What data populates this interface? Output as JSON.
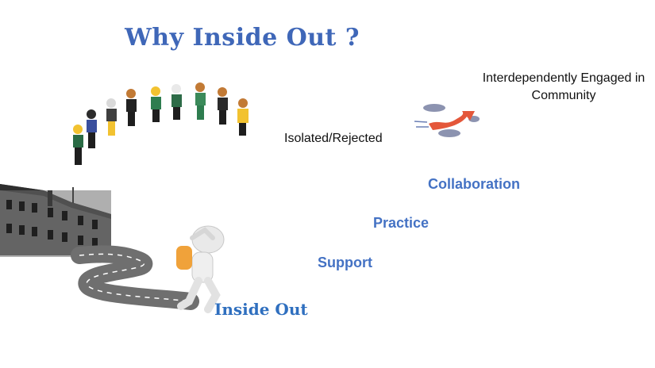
{
  "slide": {
    "title": "Why Inside Out ?",
    "top_right_label": "Interdependently Engaged in Community",
    "isolated_label": "Isolated/Rejected",
    "steps": [
      "Collaboration",
      "Practice",
      "Support"
    ],
    "bottom_label": "Inside Out"
  },
  "colors": {
    "title": "#3f67b8",
    "step_text": "#4472c4",
    "inside_out": "#2f6fbf",
    "arrow": "#e4573a",
    "backpack": "#f0a23a"
  },
  "illustrations": {
    "figures": "toy-figures-circle",
    "arrow": "arrow-with-clouds",
    "building": "prison-building",
    "road": "winding-road",
    "walker": "figure-with-backpack"
  }
}
